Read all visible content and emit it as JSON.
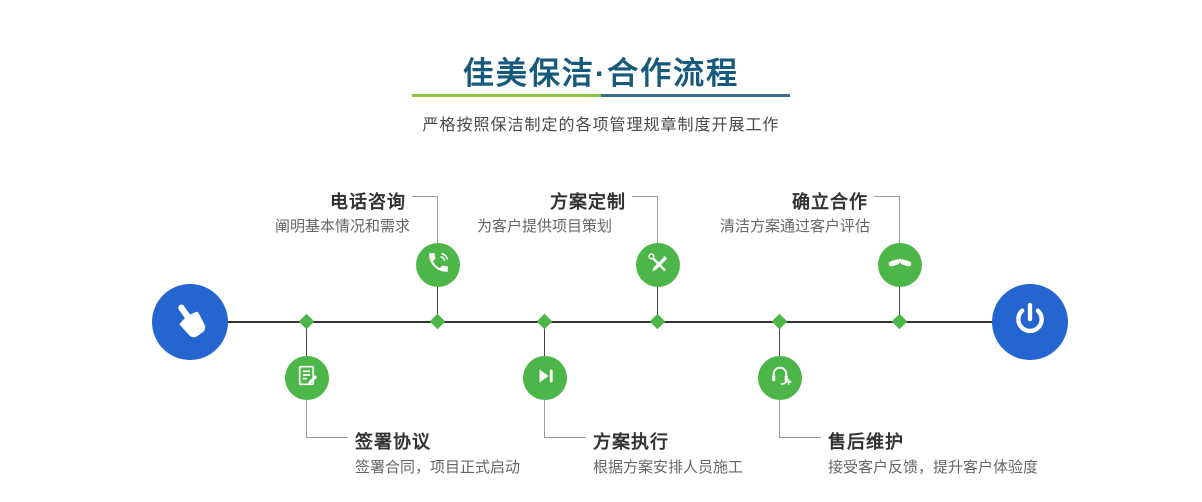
{
  "header": {
    "title": "佳美保洁·合作流程",
    "subtitle": "严格按照保洁制定的各项管理规章制度开展工作"
  },
  "colors": {
    "title_blue": "#185a7d",
    "accent_green": "#4cb648",
    "accent_blue": "#2465cf",
    "divider_green": "#8cc63f",
    "divider_blue": "#3b6e8f"
  },
  "timeline": {
    "start_icon": "hand-pointer-icon",
    "end_icon": "power-icon",
    "top_steps": [
      {
        "label": "电话咨询",
        "desc": "阐明基本情况和需求",
        "icon": "phone-icon"
      },
      {
        "label": "方案定制",
        "desc": "为客户提供项目策划",
        "icon": "design-tools-icon"
      },
      {
        "label": "确立合作",
        "desc": "清洁方案通过客户评估",
        "icon": "handshake-icon"
      }
    ],
    "bottom_steps": [
      {
        "label": "签署协议",
        "desc": "签署合同，项目正式启动",
        "icon": "contract-icon"
      },
      {
        "label": "方案执行",
        "desc": "根据方案安排人员施工",
        "icon": "play-next-icon"
      },
      {
        "label": "售后维护",
        "desc": "接受客户反馈，提升客户体验度",
        "icon": "headset-icon"
      }
    ]
  }
}
